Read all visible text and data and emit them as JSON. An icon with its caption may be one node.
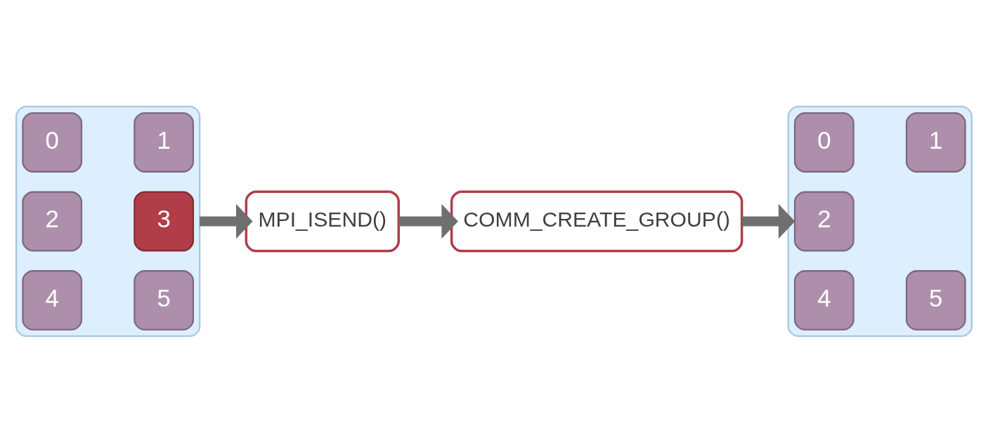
{
  "diagram": {
    "nodes": [
      {
        "text": [],
        "shape": "box"
      },
      {
        "text": [
          "0"
        ],
        "in": 0
      },
      {
        "text": [
          "1"
        ],
        "in": 0
      },
      {
        "text": [
          "2"
        ],
        "in": 0
      },
      {
        "text": [
          "3"
        ],
        "in": 0
      },
      {
        "text": [
          "4"
        ],
        "in": 0
      },
      {
        "text": [
          "5"
        ],
        "in": 0
      },
      {
        "text": [
          "MPI_ISEND()"
        ]
      },
      {
        "text": [
          "COMM_CREATE_GROUP()"
        ]
      },
      {
        "text": [],
        "shape": "box"
      },
      {
        "text": [
          "0"
        ],
        "in": 9
      },
      {
        "text": [
          "1"
        ],
        "in": 9
      },
      {
        "text": [
          "2"
        ],
        "in": 9
      },
      {
        "text": [
          "4"
        ],
        "in": 9
      },
      {
        "text": [
          "5"
        ],
        "in": 9
      }
    ],
    "edges": [
      {
        "from": 0,
        "to": 7,
        "arrow": "to"
      },
      {
        "from": 7,
        "to": 8,
        "arrow": "to"
      },
      {
        "from": 8,
        "to": 9,
        "arrow": "to"
      }
    ]
  }
}
